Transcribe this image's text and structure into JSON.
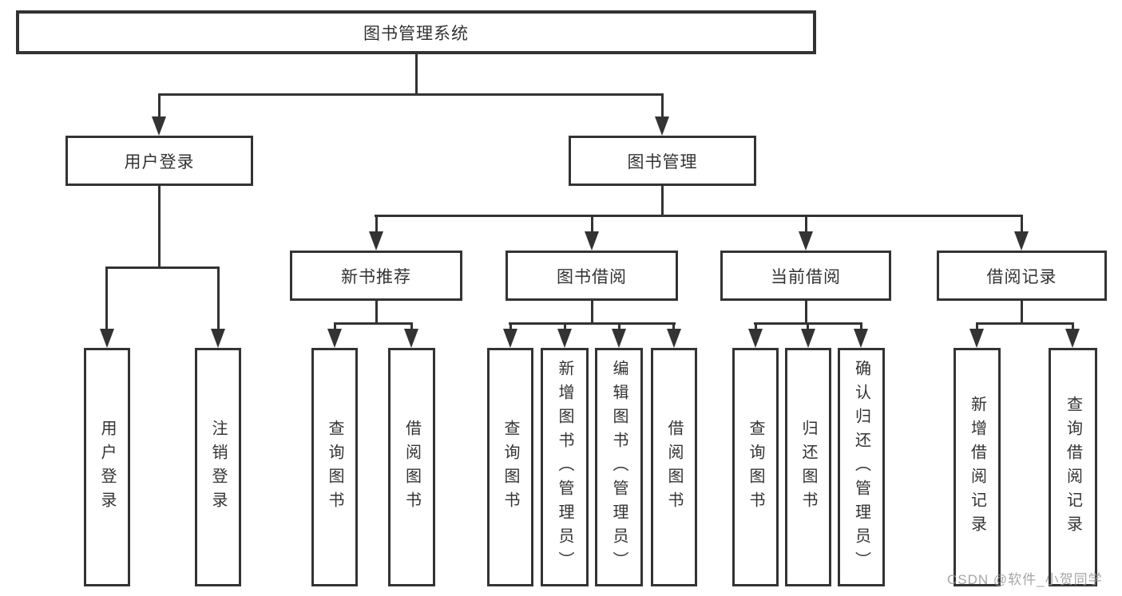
{
  "diagram": {
    "type": "hierarchy-tree",
    "root": {
      "label": "图书管理系统"
    },
    "branches": [
      {
        "label": "用户登录",
        "children": [
          {
            "label": "用户登录"
          },
          {
            "label": "注销登录"
          }
        ]
      },
      {
        "label": "图书管理",
        "children": [
          {
            "label": "新书推荐",
            "children": [
              {
                "label": "查询图书"
              },
              {
                "label": "借阅图书"
              }
            ]
          },
          {
            "label": "图书借阅",
            "children": [
              {
                "label": "查询图书"
              },
              {
                "label": "新增图书（管理员）"
              },
              {
                "label": "编辑图书（管理员）"
              },
              {
                "label": "借阅图书"
              }
            ]
          },
          {
            "label": "当前借阅",
            "children": [
              {
                "label": "查询图书"
              },
              {
                "label": "归还图书"
              },
              {
                "label": "确认归还（管理员）"
              }
            ]
          },
          {
            "label": "借阅记录",
            "children": [
              {
                "label": "新增借阅记录"
              },
              {
                "label": "查询借阅记录"
              }
            ]
          }
        ]
      }
    ]
  },
  "watermark": {
    "text": "CSDN @软件_小贺同学"
  },
  "colors": {
    "line": "#333333",
    "text": "#333333",
    "background": "#ffffff",
    "watermark": "#999999"
  }
}
